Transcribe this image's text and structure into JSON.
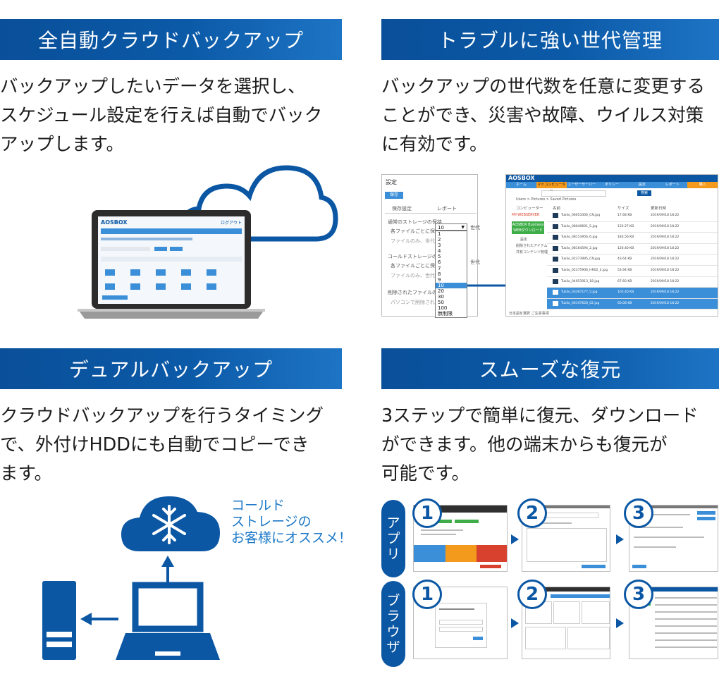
{
  "panels": {
    "auto_backup": {
      "title": "全自動クラウドバックアップ",
      "desc": "バックアップしたいデータを選択し、\nスケジュール設定を行えば自動でバック\nアップします。"
    },
    "generation": {
      "title": "トラブルに強い世代管理",
      "desc": "バックアップの世代数を任意に変更する\nことができ、災害や故障、ウイルス対策\nに有効です。"
    },
    "dual": {
      "title": "デュアルバックアップ",
      "desc": "クラウドバックアップを行うタイミング\nで、外付けHDDにも自動でコピーでき\nます。",
      "callout": "コールド\nストレージの\nお客様にオススメ！"
    },
    "restore": {
      "title": "スムーズな復元",
      "desc": "3ステップで簡単に復元、ダウンロード\nができます。他の端末からも復元が\n可能です。",
      "rows": [
        {
          "label": [
            "ア",
            "プ",
            "リ"
          ],
          "steps": [
            "1",
            "2",
            "3"
          ]
        },
        {
          "label": [
            "ブ",
            "ラ",
            "ウ",
            "ザ"
          ],
          "steps": [
            "1",
            "2",
            "3"
          ]
        }
      ]
    }
  },
  "laptop_screen": {
    "logo": "AOSBOX",
    "logout": "ログアウト"
  },
  "settings_screen": {
    "title": "設定",
    "side_btn": "保存",
    "tab_active": "保存設定",
    "tab_other": "レポート",
    "sec1": "通常のストレージの保持",
    "opt1": "各ファイルごとに保持",
    "opt2": "ファイルのみ、世代数",
    "sec2": "コールドストレージの保持",
    "sec3": "削除されたファイルの保持",
    "sec3_sub": "パソコンで削除された AOS",
    "unit": "世代",
    "select_value": "10",
    "options": [
      "1",
      "2",
      "3",
      "4",
      "5",
      "6",
      "7",
      "8",
      "9",
      "10",
      "20",
      "30",
      "50",
      "100",
      "無制限"
    ],
    "selected_option": "10"
  },
  "file_screen": {
    "logo": "AOSBOX",
    "menu": [
      "ホーム",
      "マイコンピューター",
      "ユーザーサーバー",
      "ポリシー",
      "設定",
      "レポート",
      "購入"
    ],
    "breadcrumb": "Users > Pictures > Saved Pictures",
    "col_computer": "コンピューター",
    "col_name": "名前",
    "col_size": "サイズ",
    "col_date": "更新日時",
    "side_pc": "MY-WEBSERVER",
    "side_btn": "AOSBOX Business\nWEBダウンロード",
    "side_settings": "設定",
    "side_deleted": "削除されたアイテム",
    "side_shared": "共有コンテンツ管理",
    "search_btn": "検索",
    "files": [
      {
        "name": "Tukilo_06053306_CN.jpg",
        "size": "17.68 KB",
        "date": "2019/09/18 18:22"
      },
      {
        "name": "Tukilo_08040601_5.jpg",
        "size": "133.27 KB",
        "date": "2019/09/18 18:22"
      },
      {
        "name": "Tukilo_08153956_6.jpg",
        "size": "183.56 KB",
        "date": "2019/09/18 18:22"
      },
      {
        "name": "Tukilo_08164594_2.jpg",
        "size": "126.40 KB",
        "date": "2019/09/18 18:22"
      },
      {
        "name": "Tukilo_02373995_CN.jpg",
        "size": "43.64 KB",
        "date": "2019/09/18 18:22"
      },
      {
        "name": "Tukilo_02375906_HR02_2.jpg",
        "size": "53.94 KB",
        "date": "2019/09/18 18:22"
      },
      {
        "name": "Tukilo_04053913_18.jpg",
        "size": "67.60 KB",
        "date": "2019/09/18 18:22"
      },
      {
        "name": "Tukilo_03367177_5.jpg",
        "size": "103.40 KB",
        "date": "2019/09/18 18:22"
      },
      {
        "name": "Tukilo_06197628_02.jpg",
        "size": "60.08 KB",
        "date": "2019/09/18 18:22"
      }
    ],
    "footer": "日本語を選択    ご注意事項"
  },
  "colors": {
    "brand_blue": "#0b57a4",
    "light_blue": "#3b8fd9",
    "orange": "#f39a1c",
    "green": "#3fae49",
    "red": "#d9412f"
  }
}
